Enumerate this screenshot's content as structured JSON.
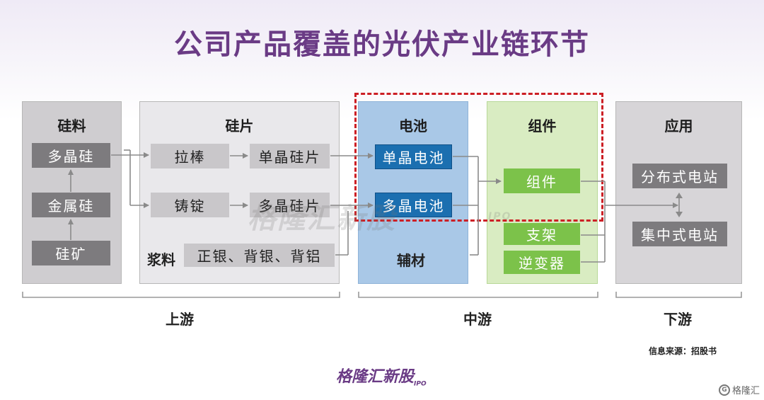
{
  "title": "公司产品覆盖的光伏产业链环节",
  "sections": {
    "silicon_material": {
      "title": "硅料",
      "items": [
        "多晶硅",
        "金属硅",
        "硅矿"
      ]
    },
    "wafer": {
      "title": "硅片",
      "items": [
        "拉棒",
        "单晶硅片",
        "铸锭",
        "多晶硅片"
      ]
    },
    "paste": {
      "label": "浆料",
      "value": "正银、背银、背铝"
    },
    "cell": {
      "title": "电池",
      "items": [
        "单晶电池",
        "多晶电池"
      ],
      "aux": "辅材"
    },
    "module": {
      "title": "组件",
      "items": [
        "组件",
        "支架",
        "逆变器"
      ]
    },
    "application": {
      "title": "应用",
      "items": [
        "分布式电站",
        "集中式电站"
      ]
    }
  },
  "stages": [
    "上游",
    "中游",
    "下游"
  ],
  "source": "信息来源：招股书",
  "watermark": "格隆汇新股",
  "watermark_sub": "IPO",
  "brand": "格隆汇新股",
  "brand_sub": "IPO",
  "corner": "格隆汇",
  "colors": {
    "title": "#6a3b85",
    "highlight": "#cc1f25",
    "cell_box": "#1b6fb0",
    "module_box": "#7cc24a"
  }
}
